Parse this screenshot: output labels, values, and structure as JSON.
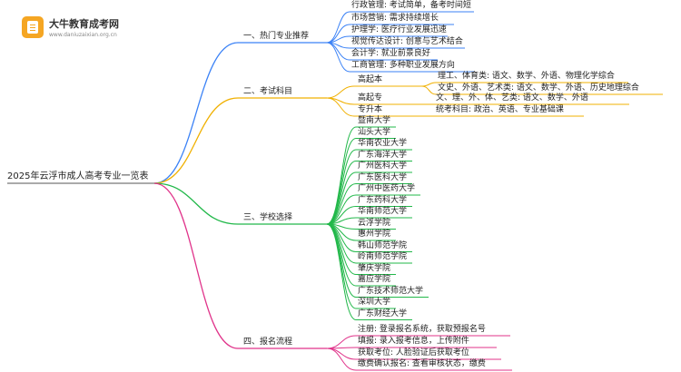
{
  "logo": {
    "title": "大牛教育成考网",
    "url": "www.daniuzaixian.org.cn"
  },
  "root": {
    "label": "2025年云浮市成人高考专业一览表"
  },
  "colors": {
    "sec1": "#3b82f6",
    "sec2": "#f0b000",
    "sec3": "#22b84a",
    "sec4": "#e0338a"
  },
  "sections": [
    {
      "label": "一、热门专业推荐",
      "items": [
        "行政管理: 考试简单，备考时间短",
        "市场营销: 需求持续增长",
        "护理学: 医疗行业发展迅速",
        "视觉传达设计: 创意与艺术结合",
        "会计学: 就业前景良好",
        "工商管理: 多种职业发展方向"
      ]
    },
    {
      "label": "二、考试科目",
      "groups": [
        {
          "label": "高起本",
          "children": [
            "理工、体育类: 语文、数学、外语、物理化学综合",
            "文史、外语、艺术类: 语文、数学、外语、历史地理综合"
          ]
        },
        {
          "label": "高起专",
          "children": [
            "文、理、外、体、艺类: 语文、数学、外语"
          ]
        },
        {
          "label": "专升本",
          "children": [
            "统考科目: 政治、英语、专业基础课"
          ]
        }
      ]
    },
    {
      "label": "三、学校选择",
      "items": [
        "暨南大学",
        "汕头大学",
        "华南农业大学",
        "广东海洋大学",
        "广州医科大学",
        "广东医科大学",
        "广州中医药大学",
        "广东药科大学",
        "华南师范大学",
        "云浮学院",
        "惠州学院",
        "韩山师范学院",
        "岭南师范学院",
        "肇庆学院",
        "嘉应学院",
        "广东技术师范大学",
        "深圳大学",
        "广东财经大学"
      ]
    },
    {
      "label": "四、报名流程",
      "items": [
        "注册: 登录报名系统，获取预报名号",
        "填报: 录入报考信息，上传附件",
        "获取考位: 人脸验证后获取考位",
        "缴费确认报名: 查看审核状态，缴费"
      ]
    }
  ]
}
